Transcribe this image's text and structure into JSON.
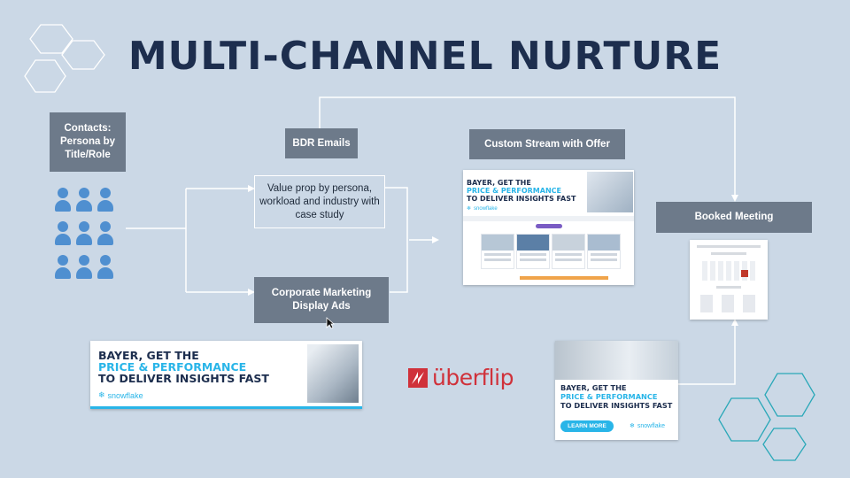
{
  "title": "MULTI-CHANNEL NURTURE",
  "nodes": {
    "contacts": "Contacts: Persona by Title/Role",
    "bdr_emails": "BDR Emails",
    "value_prop": "Value prop by persona, workload and industry with case study",
    "corporate_ads": "Corporate Marketing Display Ads",
    "custom_stream": "Custom Stream with Offer",
    "booked_meeting": "Booked Meeting"
  },
  "ad_banner_wide": {
    "line1": "BAYER, GET THE",
    "line2": "PRICE & PERFORMANCE",
    "line3": "TO DELIVER INSIGHTS FAST",
    "logo": "snowflake"
  },
  "ad_square": {
    "line1": "BAYER, GET THE",
    "line2": "PRICE & PERFORMANCE",
    "line3": "TO DELIVER INSIGHTS FAST",
    "button": "LEARN MORE",
    "logo": "snowflake"
  },
  "stream_preview": {
    "line1": "BAYER, GET THE",
    "line2": "PRICE & PERFORMANCE",
    "line3": "TO DELIVER INSIGHTS FAST",
    "logo": "snowflake"
  },
  "brand": "überflip",
  "colors": {
    "title": "#1d2e4e",
    "node_fill": "#6d7a8a",
    "people": "#4f8fd0",
    "accent": "#29b5e8",
    "uberflip_red": "#d0313a",
    "hexagon": "#ffffff"
  }
}
